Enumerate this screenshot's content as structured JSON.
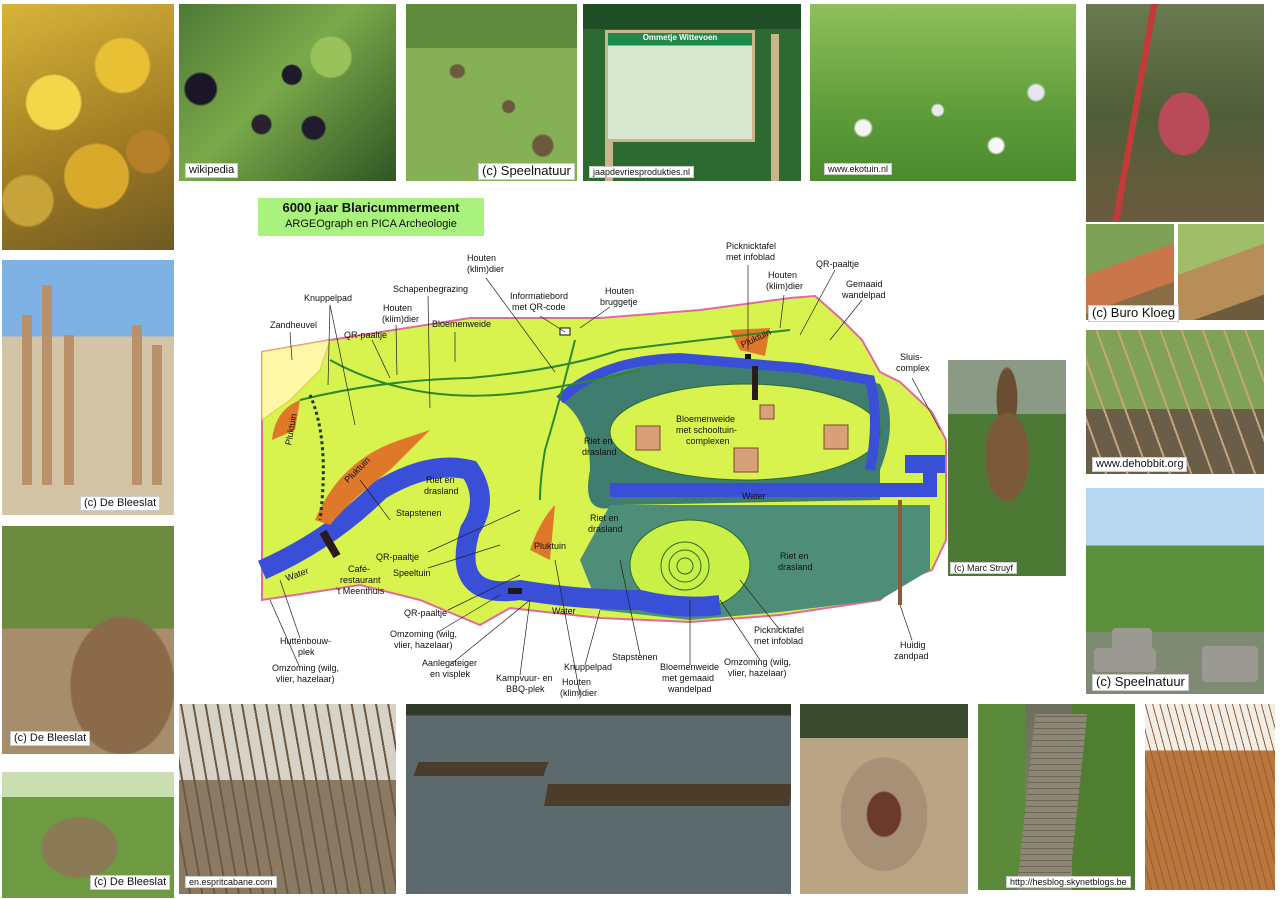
{
  "map": {
    "title": "6000 jaar Blaricummermeent",
    "subtitle": "ARGEOgraph en PICA Archeologie",
    "labels": {
      "zandheuvel": "Zandheuvel",
      "knuppelpad_top": "Knuppelpad",
      "qr_paaltje_1": "QR-paaltje",
      "houten_klimdier_1a": "Houten",
      "houten_klimdier_1b": "(klim)dier",
      "schapenbegrazing": "Schapenbegrazing",
      "bloemenweide": "Bloemenweide",
      "houten_klimdier_2a": "Houten",
      "houten_klimdier_2b": "(klim)dier",
      "informatiebord_a": "Informatiebord",
      "informatiebord_b": "met QR-code",
      "houten_bruggetje_a": "Houten",
      "houten_bruggetje_b": "bruggetje",
      "picknicktafel_top_a": "Picknicktafel",
      "picknicktafel_top_b": "met infoblad",
      "houten_klimdier_3a": "Houten",
      "houten_klimdier_3b": "(klim)dier",
      "qr_paaltje_2": "QR-paaltje",
      "gemaaid_wandelpad_a": "Gemaaid",
      "gemaaid_wandelpad_b": "wandelpad",
      "sluis_a": "Sluis-",
      "sluis_b": "complex",
      "bloemenweide_school_a": "Bloemenweide",
      "bloemenweide_school_b": "met schooltuin-",
      "bloemenweide_school_c": "complexen",
      "riet_drasland_1a": "Riet en",
      "riet_drasland_1b": "drasland",
      "riet_drasland_2a": "Riet en",
      "riet_drasland_2b": "drasland",
      "riet_drasland_3a": "Riet en",
      "riet_drasland_3b": "drasland",
      "riet_drasland_4a": "Riet en",
      "riet_drasland_4b": "drasland",
      "water_1": "Water",
      "water_2": "Water",
      "water_3": "Water",
      "stapstenen_1": "Stapstenen",
      "stapstenen_2": "Stapstenen",
      "pluktuin_1": "Pluktuin",
      "pluktuin_2": "Pluktuin",
      "pluktuin_3": "Pluktuin",
      "pluktuin_4": "Pluktuin",
      "qr_paaltje_3": "QR-paaltje",
      "speeltuin": "Speeltuin",
      "cafe_a": "Café-",
      "cafe_b": "restaurant",
      "cafe_c": "'t Meenthuis",
      "qr_paaltje_4": "QR-paaltje",
      "huttenbouw_a": "Huttenbouw-",
      "huttenbouw_b": "plek",
      "omzoming_left_a": "Omzoming (wilg,",
      "omzoming_left_b": "vlier, hazelaar)",
      "omzoming_mid_a": "Omzoming (wilg,",
      "omzoming_mid_b": "vlier, hazelaar)",
      "aanlegsteiger_a": "Aanlegsteiger",
      "aanlegsteiger_b": "en visplek",
      "kampvuur_a": "Kampvuur- en",
      "kampvuur_b": "BBQ-plek",
      "knuppelpad_bottom": "Knuppelpad",
      "houten_klimdier_4a": "Houten",
      "houten_klimdier_4b": "(klim)dier",
      "bloemenweide_gemaaid_a": "Bloemenweide",
      "bloemenweide_gemaaid_b": "met gemaaid",
      "bloemenweide_gemaaid_c": "wandelpad",
      "picknicktafel_bottom_a": "Picknicktafel",
      "picknicktafel_bottom_b": "met infoblad",
      "omzoming_right_a": "Omzoming (wilg,",
      "omzoming_right_b": "vlier, hazelaar)",
      "huidig_zandpad_a": "Huidig",
      "huidig_zandpad_b": "zandpad"
    }
  },
  "photos": [
    {
      "id": "rosehip",
      "credit": ""
    },
    {
      "id": "bramble",
      "credit": "wikipedia"
    },
    {
      "id": "stumps",
      "credit": "(c) Speelnatuur"
    },
    {
      "id": "board",
      "credit": "jaapdevriesprodukties.nl",
      "board_title": "Ommetje Wittevoen"
    },
    {
      "id": "meadow",
      "credit": "www.ekotuin.nl"
    },
    {
      "id": "table",
      "credit": ""
    },
    {
      "id": "tables2",
      "credit": "(c) Buro Kloeg"
    },
    {
      "id": "teepees",
      "credit": "www.dehobbit.org"
    },
    {
      "id": "balance",
      "credit": "(c) Speelnatuur"
    },
    {
      "id": "playground",
      "credit": "(c) De Bleeslat"
    },
    {
      "id": "willow1",
      "credit": "(c) De Bleeslat"
    },
    {
      "id": "willow2",
      "credit": "(c) De Bleeslat"
    },
    {
      "id": "cabin",
      "credit": "en.espritcabane.com"
    },
    {
      "id": "pond",
      "credit": ""
    },
    {
      "id": "firepit",
      "credit": ""
    },
    {
      "id": "boardwalk",
      "credit": "http://hesblog.skynetblogs.be"
    },
    {
      "id": "reeds",
      "credit": ""
    },
    {
      "id": "bear",
      "credit": "(c) Marc Struyf"
    }
  ],
  "colors": {
    "water": "#3a4fd8",
    "meadow": "#c8f046",
    "wetland": "#3f7e6e",
    "pluktuin": "#e0782a",
    "path": "#2c8a2c",
    "border": "#e06aa0",
    "sand": "#f2e06a"
  }
}
